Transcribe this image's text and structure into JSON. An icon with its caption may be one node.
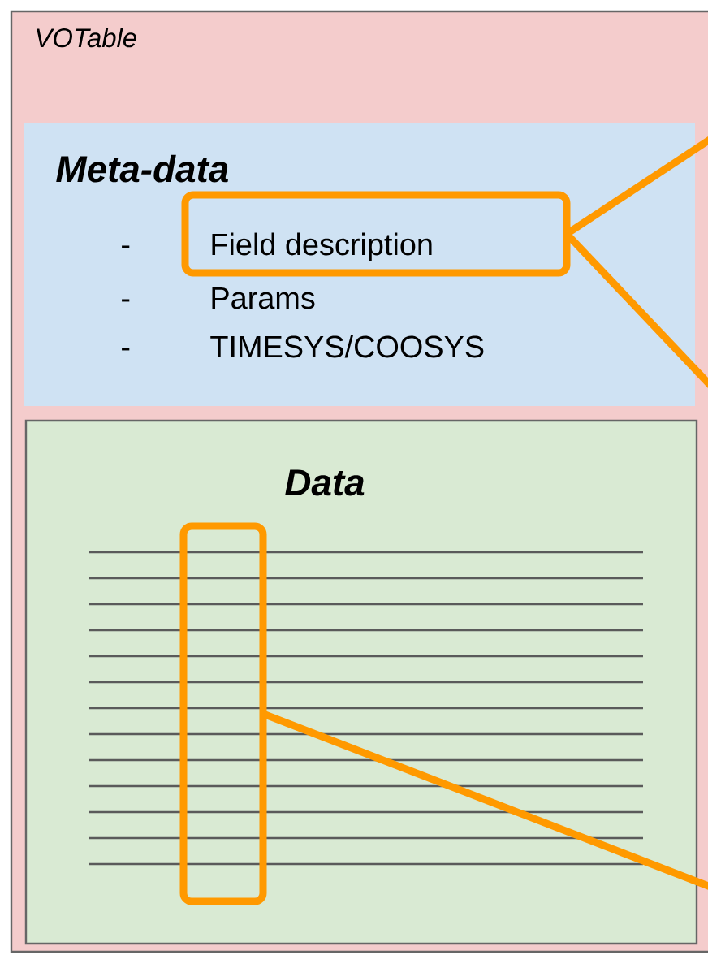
{
  "diagram": {
    "nodes": [
      {
        "text": [
          "VOTable"
        ]
      },
      {
        "text": [
          "Meta-data",
          "Params",
          "TIMESYS/COOSYS"
        ],
        "in": 0
      },
      {
        "text": [
          "Field description"
        ],
        "in": 1
      },
      {
        "text": [
          "Data"
        ],
        "in": 0
      },
      {
        "text": [],
        "shape": "box",
        "in": 3
      }
    ],
    "edges": [
      {
        "from": 2,
        "to": null,
        "arrow": "none"
      },
      {
        "from": 2,
        "to": null,
        "arrow": "none"
      },
      {
        "from": 4,
        "to": null,
        "arrow": "none"
      }
    ],
    "labels": [
      "-",
      "-",
      "-"
    ]
  }
}
